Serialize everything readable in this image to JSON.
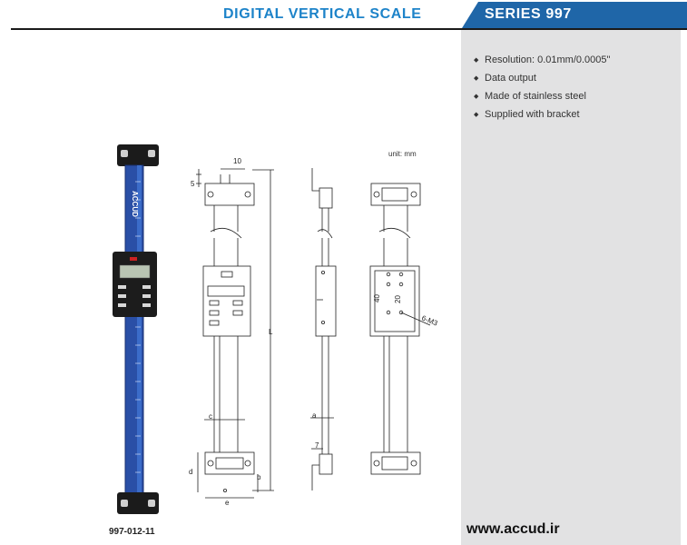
{
  "header": {
    "title": "DIGITAL VERTICAL SCALE",
    "series": "SERIES 997"
  },
  "features": [
    "Resolution: 0.01mm/0.0005\"",
    "Data output",
    "Made of stainless steel",
    "Supplied with bracket"
  ],
  "model_code": "997-012-11",
  "website": "www.accud.ir",
  "drawing": {
    "unit_label": "unit: mm",
    "dimensions": {
      "top_width": "10",
      "top_height": "5",
      "length": "L",
      "c": "c",
      "d": "d",
      "b": "b",
      "e": "e",
      "side_a": "a",
      "side_7": "7",
      "hole_40": "40",
      "hole_20": "20",
      "thread": "6-M3"
    }
  },
  "product": {
    "brand": "ACCUD"
  },
  "colors": {
    "accent_blue": "#1d83c9",
    "tab_dark": "#1f66a8",
    "scale_blue": "#2a4fa6",
    "panel_gray": "#e2e2e3"
  }
}
